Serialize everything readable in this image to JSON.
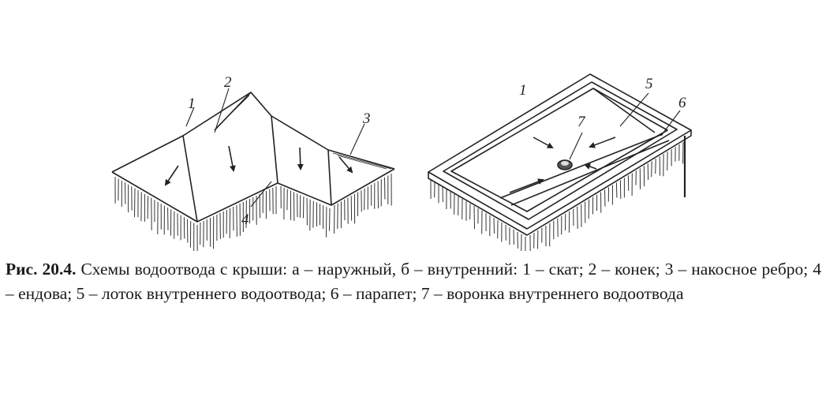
{
  "figure": {
    "left_drawing": {
      "labels": [
        "1",
        "2",
        "3",
        "4"
      ]
    },
    "right_drawing": {
      "labels": [
        "1",
        "5",
        "6",
        "7"
      ]
    }
  },
  "caption": {
    "label": "Рис. 20.4.",
    "text": " Схемы водоотвода с крыши: а – наружный, б – внутренний: 1 – скат; 2 – конек; 3 – на­косное ребро; 4 – ендова; 5 – лоток внутреннего водоотвода; 6 – парапет; 7 – воронка внутренне­го водоотвода"
  }
}
